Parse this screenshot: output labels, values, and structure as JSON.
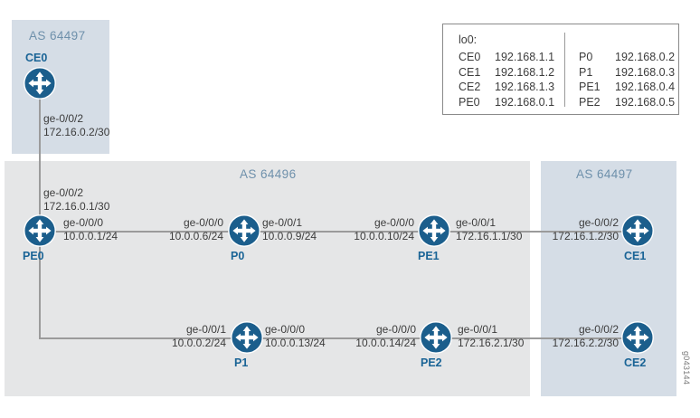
{
  "figure": {
    "watermark": "g043144"
  },
  "legend": {
    "title": "lo0:",
    "left_column": [
      {
        "device": "CE0",
        "address": "192.168.1.1"
      },
      {
        "device": "CE1",
        "address": "192.168.1.2"
      },
      {
        "device": "CE2",
        "address": "192.168.1.3"
      },
      {
        "device": "PE0",
        "address": "192.168.0.1"
      }
    ],
    "right_column": [
      {
        "device": "P0",
        "address": "192.168.0.2"
      },
      {
        "device": "P1",
        "address": "192.168.0.3"
      },
      {
        "device": "PE1",
        "address": "192.168.0.4"
      },
      {
        "device": "PE2",
        "address": "192.168.0.5"
      }
    ]
  },
  "regions": [
    {
      "id": "as-64497-top-left",
      "label": "AS 64497"
    },
    {
      "id": "as-64496-core",
      "label": "AS 64496"
    },
    {
      "id": "as-64497-right",
      "label": "AS 64497"
    }
  ],
  "routers": [
    {
      "id": "ce0",
      "name": "CE0"
    },
    {
      "id": "pe0",
      "name": "PE0"
    },
    {
      "id": "p0",
      "name": "P0"
    },
    {
      "id": "pe1",
      "name": "PE1"
    },
    {
      "id": "ce1",
      "name": "CE1"
    },
    {
      "id": "p1",
      "name": "P1"
    },
    {
      "id": "pe2",
      "name": "PE2"
    },
    {
      "id": "ce2",
      "name": "CE2"
    }
  ],
  "interfaces": {
    "ce0_down": {
      "port": "ge-0/0/2",
      "address": "172.16.0.2/30"
    },
    "pe0_up": {
      "port": "ge-0/0/2",
      "address": "172.16.0.1/30"
    },
    "pe0_right": {
      "port": "ge-0/0/0",
      "address": "10.0.0.1/24"
    },
    "p0_left": {
      "port": "ge-0/0/0",
      "address": "10.0.0.6/24"
    },
    "p0_right": {
      "port": "ge-0/0/1",
      "address": "10.0.0.9/24"
    },
    "pe1_left": {
      "port": "ge-0/0/0",
      "address": "10.0.0.10/24"
    },
    "pe1_right": {
      "port": "ge-0/0/1",
      "address": "172.16.1.1/30"
    },
    "ce1_left": {
      "port": "ge-0/0/2",
      "address": "172.16.1.2/30"
    },
    "p1_left": {
      "port": "ge-0/0/1",
      "address": "10.0.0.2/24"
    },
    "p1_right": {
      "port": "ge-0/0/0",
      "address": "10.0.0.13/24"
    },
    "pe2_left": {
      "port": "ge-0/0/0",
      "address": "10.0.0.14/24"
    },
    "pe2_right": {
      "port": "ge-0/0/1",
      "address": "172.16.2.1/30"
    },
    "ce2_left": {
      "port": "ge-0/0/2",
      "address": "172.16.2.2/30"
    }
  }
}
